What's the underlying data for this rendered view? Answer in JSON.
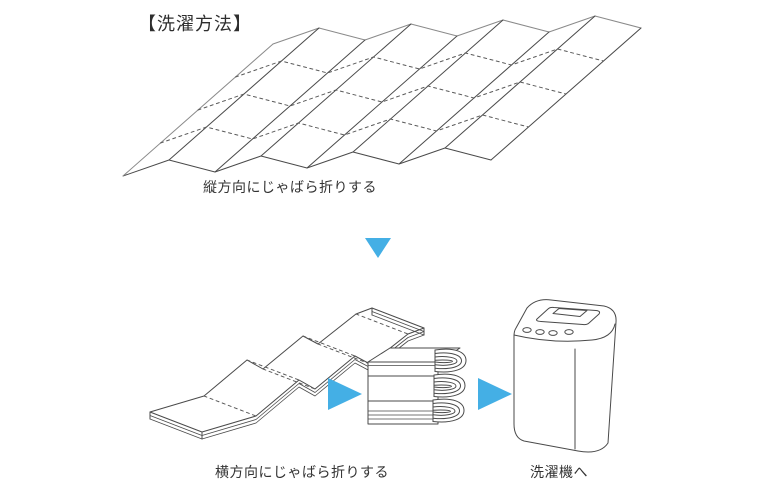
{
  "title": "【洗濯方法】",
  "colors": {
    "background": "#ffffff",
    "accent_blue": "#44afe5",
    "line_dark": "#4a4a4a",
    "line_muted": "#8a8a8a",
    "text": "#333333"
  },
  "diagram": {
    "step1": {
      "icon_name": "accordion-folded-sheet-diagram",
      "caption": "縦方向にじゃばら折りする"
    },
    "step2": {
      "icon_name": "horizontal-accordion-strip-diagram",
      "caption": "横方向にじゃばら折りする"
    },
    "step3": {
      "icon_name": "folded-stack-diagram"
    },
    "step4": {
      "icon_name": "washing-machine-diagram",
      "caption": "洗濯機へ"
    }
  },
  "arrows": {
    "down": {
      "icon_name": "down-arrow-icon",
      "color": "#44afe5"
    },
    "right_1": {
      "icon_name": "right-arrow-icon",
      "color": "#44afe5"
    },
    "right_2": {
      "icon_name": "right-arrow-icon",
      "color": "#44afe5"
    }
  }
}
